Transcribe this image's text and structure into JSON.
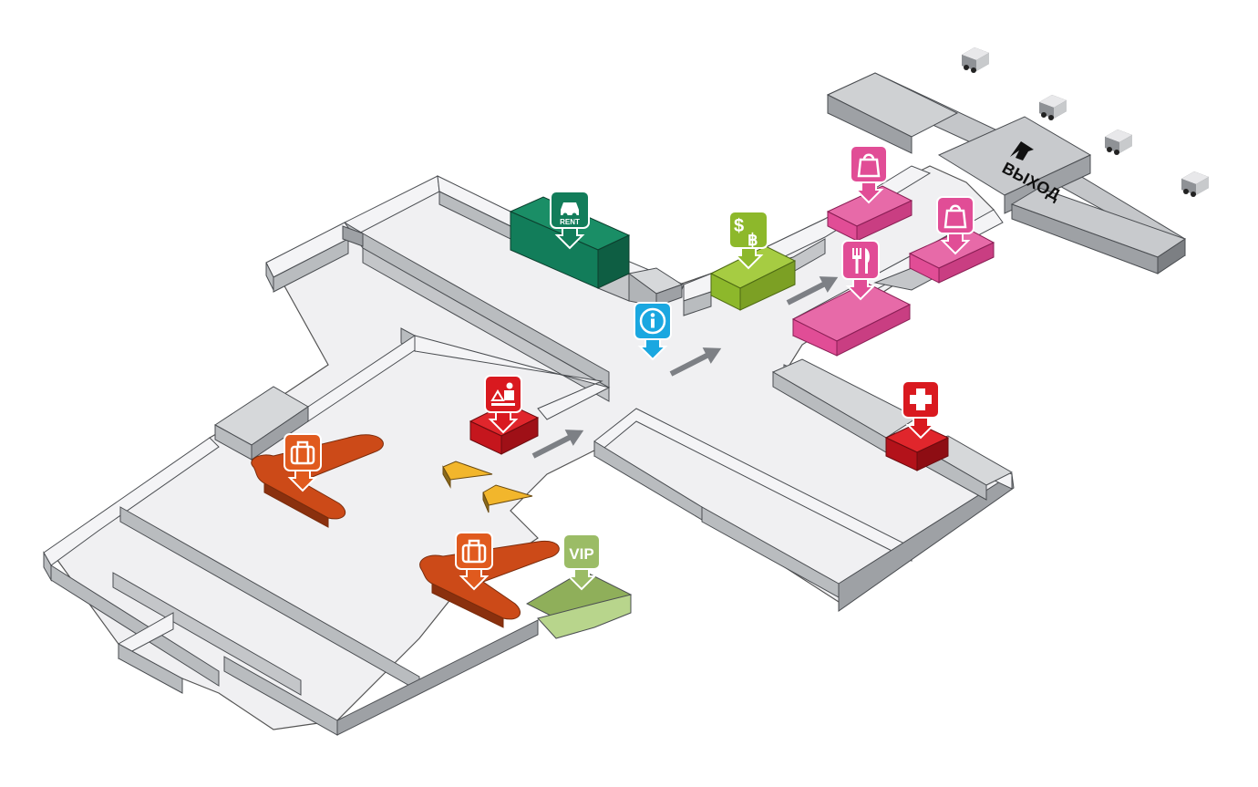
{
  "labels": {
    "rent": "RENT",
    "vip": "VIP",
    "exit": "ВЫХОД",
    "exchange_usd": "$",
    "exchange_thb": "฿"
  },
  "colors": {
    "floor": "#f0f0f2",
    "wall_top": "#f4f4f6",
    "wall_side": "#b9bcbf",
    "wall_side_dark": "#9ea1a5",
    "exit_platform": "#c4c6c9",
    "rent": "#127d5a",
    "exchange": "#8db82b",
    "shop": "#e14d96",
    "food": "#e14d96",
    "info": "#1aa7e0",
    "medical": "#d9191f",
    "security": "#d9191f",
    "baggage": "#e05a1e",
    "vip": "#9bbc66",
    "arrow": "#7d8085"
  },
  "markers": [
    {
      "id": "rent",
      "icon": "car-rental-icon"
    },
    {
      "id": "exchange",
      "icon": "currency-exchange-icon"
    },
    {
      "id": "shop-1",
      "icon": "shopping-bag-icon"
    },
    {
      "id": "shop-2",
      "icon": "shopping-bag-icon"
    },
    {
      "id": "restaurant",
      "icon": "fork-knife-icon"
    },
    {
      "id": "info",
      "icon": "info-icon"
    },
    {
      "id": "security",
      "icon": "security-check-icon"
    },
    {
      "id": "medical",
      "icon": "medical-cross-icon"
    },
    {
      "id": "baggage-1",
      "icon": "baggage-icon"
    },
    {
      "id": "baggage-2",
      "icon": "baggage-icon"
    },
    {
      "id": "vip",
      "icon": "vip-icon"
    }
  ]
}
